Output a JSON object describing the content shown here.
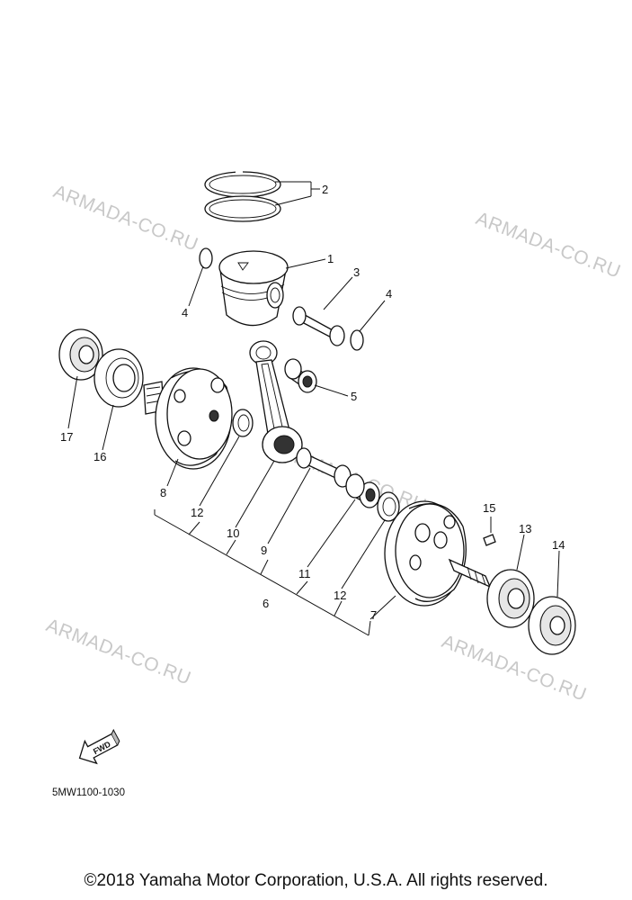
{
  "watermark": "ARMADA-CO.RU",
  "diagram_code": "5MW1100-1030",
  "fwd_label": "FWD",
  "copyright": "©2018 Yamaha Motor Corporation, U.S.A. All rights reserved.",
  "callouts": {
    "c1": "1",
    "c2": "2",
    "c3": "3",
    "c4a": "4",
    "c4b": "4",
    "c5": "5",
    "c6": "6",
    "c7": "7",
    "c8": "8",
    "c9": "9",
    "c10": "10",
    "c11": "11",
    "c12a": "12",
    "c12b": "12",
    "c13": "13",
    "c14": "14",
    "c15": "15",
    "c16": "16",
    "c17": "17"
  }
}
